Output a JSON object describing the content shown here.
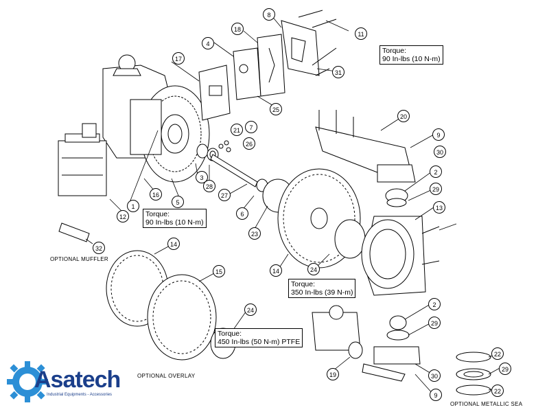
{
  "callouts": [
    "1",
    "2",
    "2",
    "4",
    "5",
    "6",
    "7",
    "8",
    "9",
    "9",
    "11",
    "12",
    "13",
    "14",
    "14",
    "15",
    "16",
    "17",
    "18",
    "19",
    "20",
    "21",
    "22",
    "22",
    "23",
    "24",
    "24",
    "25",
    "26",
    "27",
    "28",
    "29",
    "29",
    "29",
    "30",
    "30",
    "31",
    "32",
    "3"
  ],
  "torque": {
    "t1_line1": "Torque:",
    "t1_line2": "90 In-lbs (10 N-m)",
    "t2_line1": "Torque:",
    "t2_line2": "90 In-lbs (10 N-m)",
    "t3_line1": "Torque:",
    "t3_line2": "350 In-lbs (39 N-m)",
    "t4_line1": "Torque:",
    "t4_line2": "450 In-lbs (50 N-m) PTFE"
  },
  "captions": {
    "muffler": "OPTIONAL MUFFLER",
    "overlay": "OPTIONAL OVERLAY",
    "metallic": "OPTIONAL METALLIC SEA"
  },
  "logo": {
    "brand": "Asatech",
    "tagline": "Industrial Equipments - Accessories",
    "brand_color": "#1b3f8b",
    "accent_color": "#2c8fd6"
  }
}
